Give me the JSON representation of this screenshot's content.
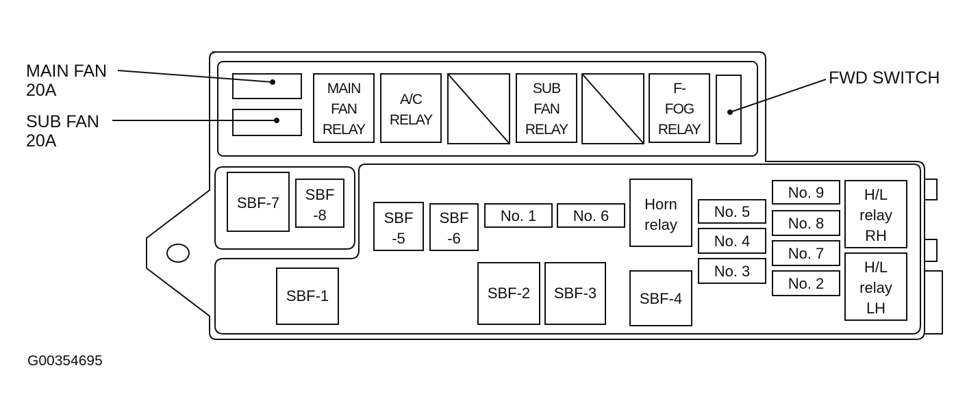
{
  "callouts": {
    "main_fan": [
      "MAIN FAN",
      "20A"
    ],
    "sub_fan": [
      "SUB FAN",
      "20A"
    ],
    "fwd_switch": "FWD SWITCH"
  },
  "relays_top": {
    "main_fan_relay": [
      "MAIN",
      "FAN",
      "RELAY"
    ],
    "ac_relay": [
      "A/C",
      "RELAY"
    ],
    "sub_fan_relay": [
      "SUB",
      "FAN",
      "RELAY"
    ],
    "f_fog_relay": [
      "F-",
      "FOG",
      "RELAY"
    ]
  },
  "fuses": {
    "sbf7": "SBF-7",
    "sbf8": [
      "SBF",
      "-8"
    ],
    "sbf5": [
      "SBF",
      "-5"
    ],
    "sbf6": [
      "SBF",
      "-6"
    ],
    "sbf1": "SBF-1",
    "sbf2": "SBF-2",
    "sbf3": "SBF-3",
    "sbf4": "SBF-4",
    "no1": "No. 1",
    "no2": "No. 2",
    "no3": "No. 3",
    "no4": "No. 4",
    "no5": "No. 5",
    "no6": "No. 6",
    "no7": "No. 7",
    "no8": "No. 8",
    "no9": "No. 9"
  },
  "relays_main": {
    "horn_relay": [
      "Horn",
      "relay"
    ],
    "hl_relay_rh": [
      "H/L",
      "relay",
      "RH"
    ],
    "hl_relay_lh": [
      "H/L",
      "relay",
      "LH"
    ]
  },
  "figure_id": "G00354695",
  "colors": {
    "stroke": "#111111",
    "fill": "#ffffff"
  }
}
